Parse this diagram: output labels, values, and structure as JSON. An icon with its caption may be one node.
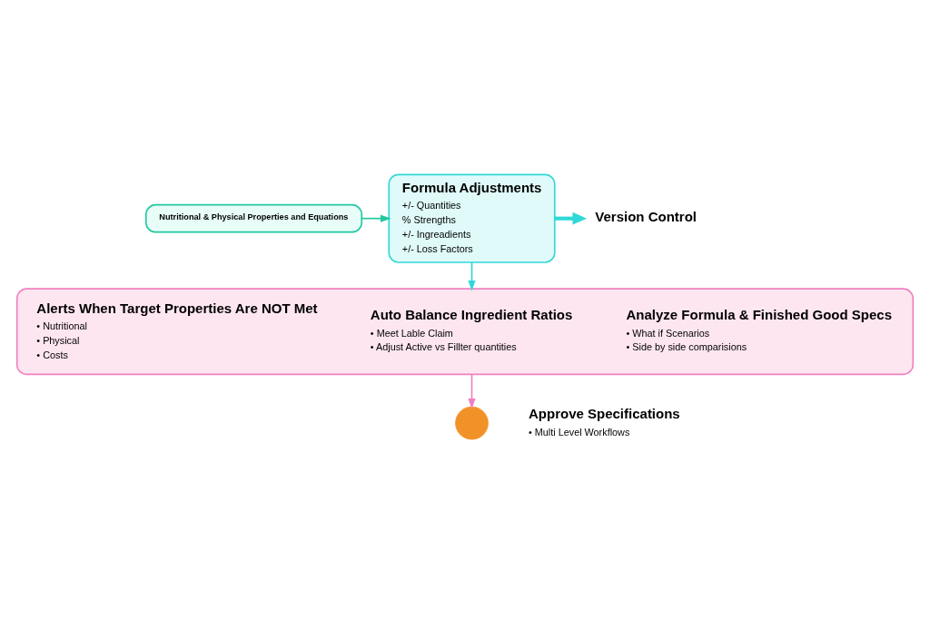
{
  "diagram": {
    "nodes": [
      {
        "text": [
          "Nutritional & Physical Properties and Equations"
        ]
      },
      {
        "text": [
          "Formula Adjustments",
          "+/- Quantities",
          "% Strengths",
          "+/- Ingreadients",
          "+/- Loss Factors"
        ]
      },
      {
        "text": [
          "Version Control"
        ]
      },
      {
        "text": [],
        "shape": "box"
      },
      {
        "text": [
          "Alerts When Target Properties Are NOT Met",
          "• Nutritional",
          "• Physical",
          "• Costs"
        ],
        "in": 3
      },
      {
        "text": [
          "Auto Balance Ingredient Ratios",
          "• Meet Lable Claim",
          "• Adjust Active vs Fillter quantities"
        ],
        "in": 3
      },
      {
        "text": [
          "Analyze Formula & Finished Good Specs",
          "• What if Scenarios",
          "• Side by side comparisions"
        ],
        "in": 3
      },
      {
        "text": [],
        "shape": "circle",
        "beside": [
          "Approve Specifications",
          "• Multi Level Workflows"
        ]
      }
    ],
    "edges": [
      {
        "from": 0,
        "to": 1,
        "arrow": "to",
        "color": "#20c8a0"
      },
      {
        "from": 1,
        "to": 2,
        "arrow": "to",
        "style": "thick"
      },
      {
        "from": 1,
        "to": 3,
        "arrow": "to"
      },
      {
        "from": 3,
        "to": 7,
        "arrow": "to",
        "color": "#f080c0"
      }
    ]
  }
}
